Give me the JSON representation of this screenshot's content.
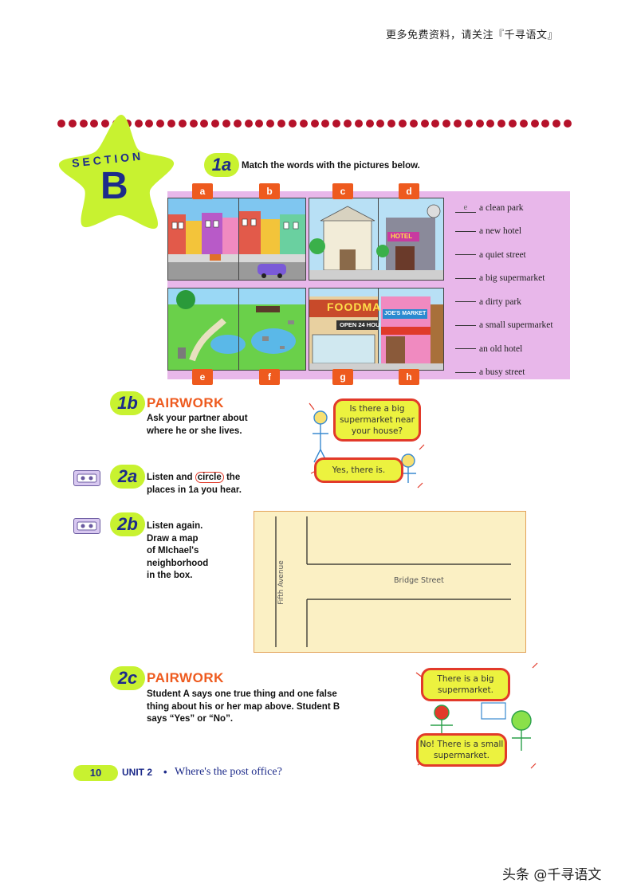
{
  "header_note": "更多免费资料，请关注『千寻语文』",
  "section": {
    "word": "SECTION",
    "letter": "B"
  },
  "ex1a": {
    "number": "1a",
    "instruction": "Match the words with the pictures below.",
    "top_tags": [
      "a",
      "b",
      "c",
      "d"
    ],
    "bottom_tags": [
      "e",
      "f",
      "g",
      "h"
    ],
    "pictures": {
      "foodmart_sign": "FOODMA",
      "open_sign": "OPEN 24 HOU",
      "joes_sign": "JOE'S MARKET",
      "hotel_sign": "HOTEL"
    },
    "items": [
      {
        "answer": "e",
        "text": "a clean park"
      },
      {
        "answer": "",
        "text": "a new hotel"
      },
      {
        "answer": "",
        "text": "a quiet street"
      },
      {
        "answer": "",
        "text": "a big supermarket"
      },
      {
        "answer": "",
        "text": "a dirty park"
      },
      {
        "answer": "",
        "text": "a small supermarket"
      },
      {
        "answer": "",
        "text": "an old hotel"
      },
      {
        "answer": "",
        "text": "a busy street"
      }
    ]
  },
  "ex1b": {
    "number": "1b",
    "title": "PAIRWORK",
    "line1": "Ask your partner about",
    "line2": "where he or she lives.",
    "bubble_question": "Is there a big supermarket near your house?",
    "bubble_answer": "Yes, there is."
  },
  "ex2a": {
    "number": "2a",
    "pre": "Listen and ",
    "circled": "circle",
    "post": " the",
    "line2": "places in 1a you hear."
  },
  "ex2b": {
    "number": "2b",
    "lines": [
      "Listen again.",
      "Draw a map",
      "of MIchael's",
      "neighborhood",
      "in the box."
    ],
    "map": {
      "avenue": "Fifth Avenue",
      "street": "Bridge Street"
    }
  },
  "ex2c": {
    "number": "2c",
    "title": "PAIRWORK",
    "lines": [
      "Student A says one true thing and one false",
      "thing about his or her map above. Student B",
      "says “Yes” or “No”."
    ],
    "bubble_top": "There is a big supermarket.",
    "bubble_bottom": "No! There is a small supermarket."
  },
  "footer": {
    "page": "10",
    "unit": "UNIT 2",
    "bullet": "•",
    "title": "Where's the post office?"
  },
  "watermark": "头条 @千寻语文",
  "colors": {
    "accent_orange": "#ee5a1e",
    "lime": "#c8f230",
    "navy": "#1d2b8a",
    "dots": "#b5122a",
    "panel": "#e8b7ea"
  }
}
